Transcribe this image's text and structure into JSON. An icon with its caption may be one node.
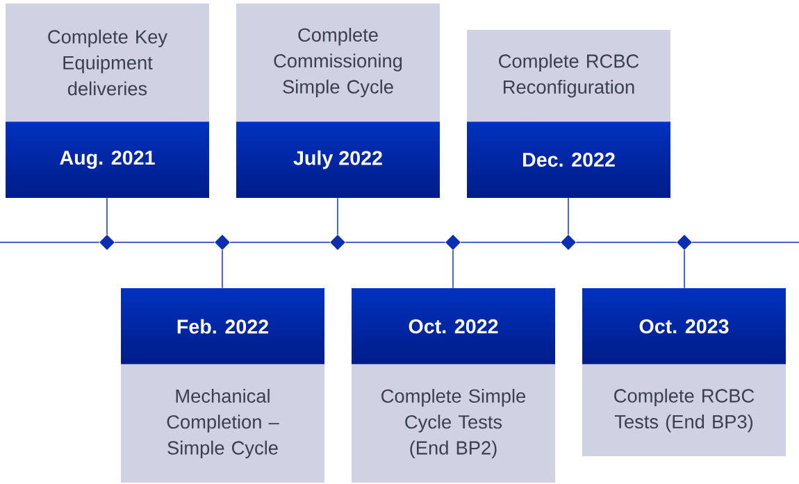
{
  "diagram": {
    "nodes": [
      {
        "text": [
          "Complete Key Equipment deliveries"
        ]
      },
      {
        "text": [
          "Aug. 2021"
        ]
      },
      {
        "text": [
          "Feb. 2022"
        ]
      },
      {
        "text": [
          "Mechanical Completion – Simple Cycle"
        ]
      },
      {
        "text": [
          "Complete Commissioning Simple Cycle"
        ]
      },
      {
        "text": [
          "July 2022"
        ]
      },
      {
        "text": [
          "Oct. 2022"
        ]
      },
      {
        "text": [
          "Complete Simple Cycle Tests (End BP2)"
        ]
      },
      {
        "text": [
          "Complete RCBC Reconfiguration"
        ]
      },
      {
        "text": [
          "Dec. 2022"
        ]
      },
      {
        "text": [
          "Oct. 2023"
        ]
      },
      {
        "text": [
          "Complete RCBC Tests (End BP3)"
        ]
      },
      {
        "text": [],
        "shape": "diamond"
      },
      {
        "text": [],
        "shape": "diamond"
      },
      {
        "text": [],
        "shape": "diamond"
      },
      {
        "text": [],
        "shape": "diamond"
      },
      {
        "text": [],
        "shape": "diamond"
      },
      {
        "text": [],
        "shape": "diamond"
      }
    ],
    "edges": [
      {
        "from": 1,
        "to": 12,
        "arrow": "none"
      },
      {
        "from": 2,
        "to": 13,
        "arrow": "none"
      },
      {
        "from": 5,
        "to": 14,
        "arrow": "none"
      },
      {
        "from": 6,
        "to": 15,
        "arrow": "none"
      },
      {
        "from": 9,
        "to": 16,
        "arrow": "none"
      },
      {
        "from": 10,
        "to": 17,
        "arrow": "none"
      },
      {
        "from": null,
        "to": 12,
        "arrow": "none"
      },
      {
        "from": 12,
        "to": 13,
        "arrow": "none"
      },
      {
        "from": 13,
        "to": 14,
        "arrow": "none"
      },
      {
        "from": 14,
        "to": 15,
        "arrow": "none"
      },
      {
        "from": 15,
        "to": 16,
        "arrow": "none"
      },
      {
        "from": 16,
        "to": 17,
        "arrow": "none"
      },
      {
        "from": 17,
        "to": null,
        "arrow": "none"
      }
    ]
  }
}
